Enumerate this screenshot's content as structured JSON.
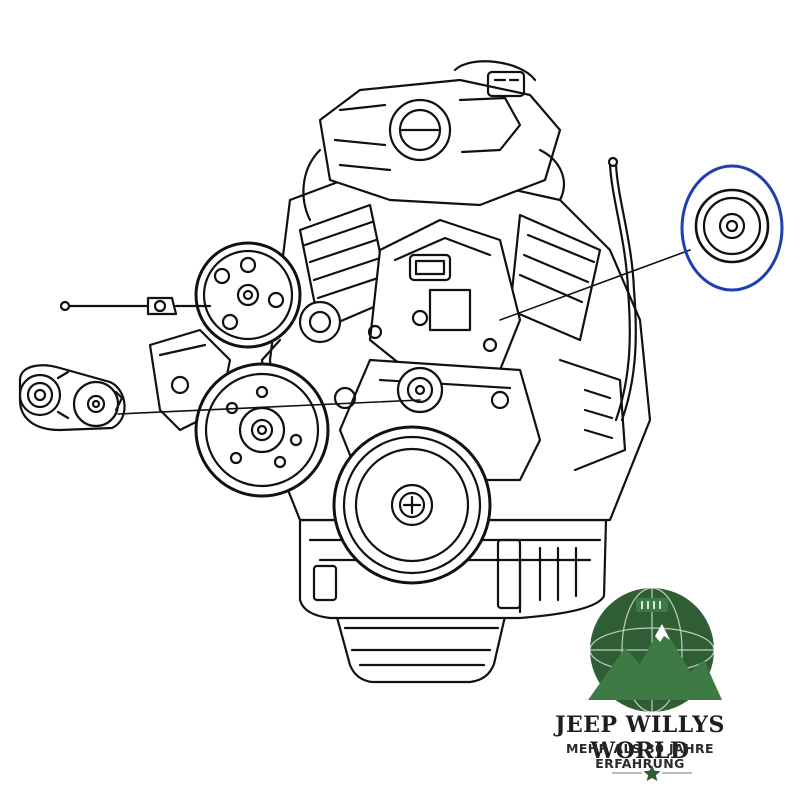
{
  "logo": {
    "title": "JEEP WILLYS WORLD",
    "tagline": "MEHR ALS 30 JAHRE ERFAHRUNG",
    "color_dark": "#2f5e34",
    "color_mid": "#3e7a44",
    "icon": "mountain-globe-star-icon"
  },
  "callout": {
    "ring_color": "#1f3fb0",
    "highlighted_part": "idler-pulley"
  },
  "colors": {
    "line": "#111111",
    "background": "#ffffff"
  }
}
